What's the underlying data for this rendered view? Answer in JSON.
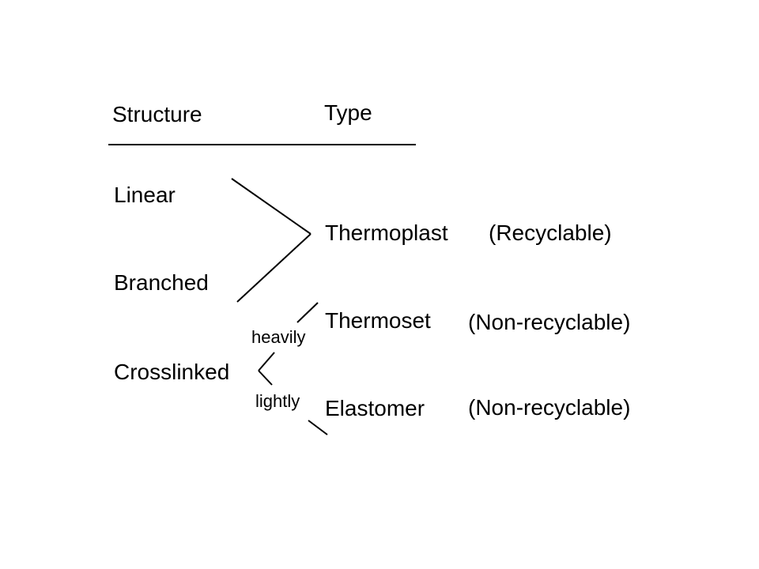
{
  "header": {
    "structure": "Structure",
    "type": "Type"
  },
  "structures": {
    "linear": "Linear",
    "branched": "Branched",
    "crosslinked": "Crosslinked"
  },
  "branches": {
    "heavily": "heavily",
    "lightly": "lightly"
  },
  "types": {
    "thermoplast": {
      "name": "Thermoplast",
      "note": "(Recyclable)"
    },
    "thermoset": {
      "name": "Thermoset",
      "note": "(Non-recyclable)"
    },
    "elastomer": {
      "name": "Elastomer",
      "note": "(Non-recyclable)"
    }
  },
  "colors": {
    "ink": "#000000",
    "background": "#ffffff"
  }
}
